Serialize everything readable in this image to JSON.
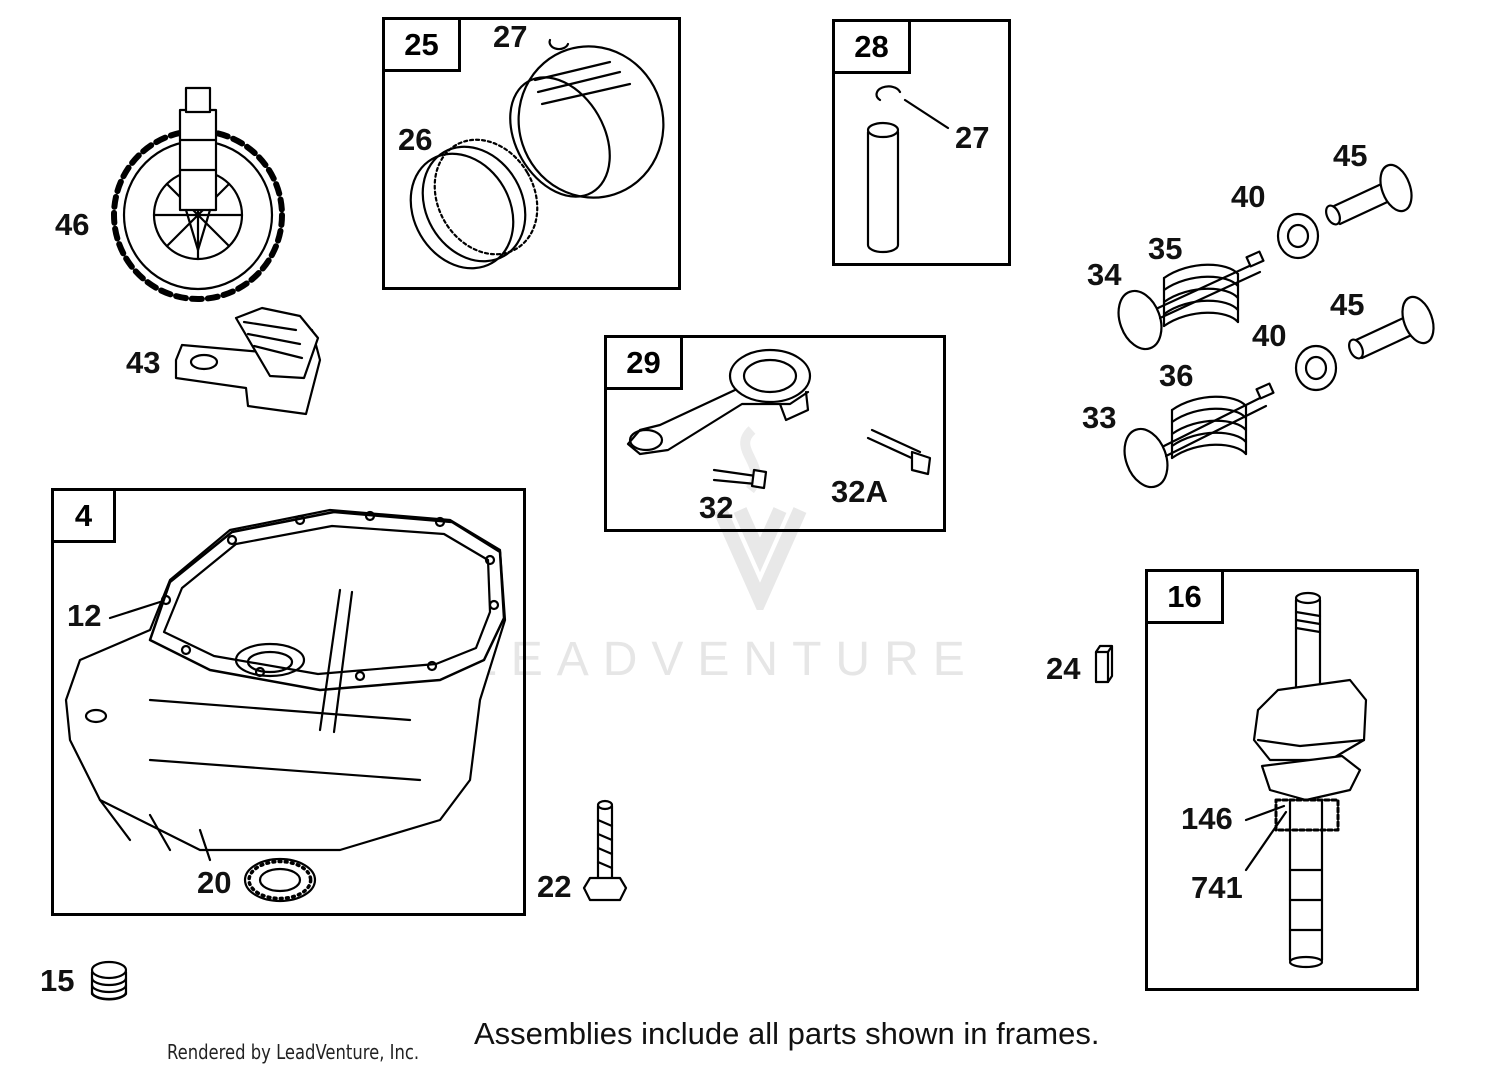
{
  "diagram": {
    "callouts": {
      "c46": "46",
      "c43": "43",
      "c4": "4",
      "c12": "12",
      "c20": "20",
      "c22": "22",
      "c15": "15",
      "c25": "25",
      "c26": "26",
      "c27a": "27",
      "c28": "28",
      "c27b": "27",
      "c29": "29",
      "c32": "32",
      "c32a": "32A",
      "c34": "34",
      "c35": "35",
      "c40a": "40",
      "c45a": "45",
      "c33": "33",
      "c36": "36",
      "c40b": "40",
      "c45b": "45",
      "c24": "24",
      "c16": "16",
      "c146": "146",
      "c741": "741"
    },
    "note": "Assemblies include all parts shown in frames.",
    "credit": "Rendered by LeadVenture, Inc.",
    "watermark": "LEADVENTURE"
  }
}
